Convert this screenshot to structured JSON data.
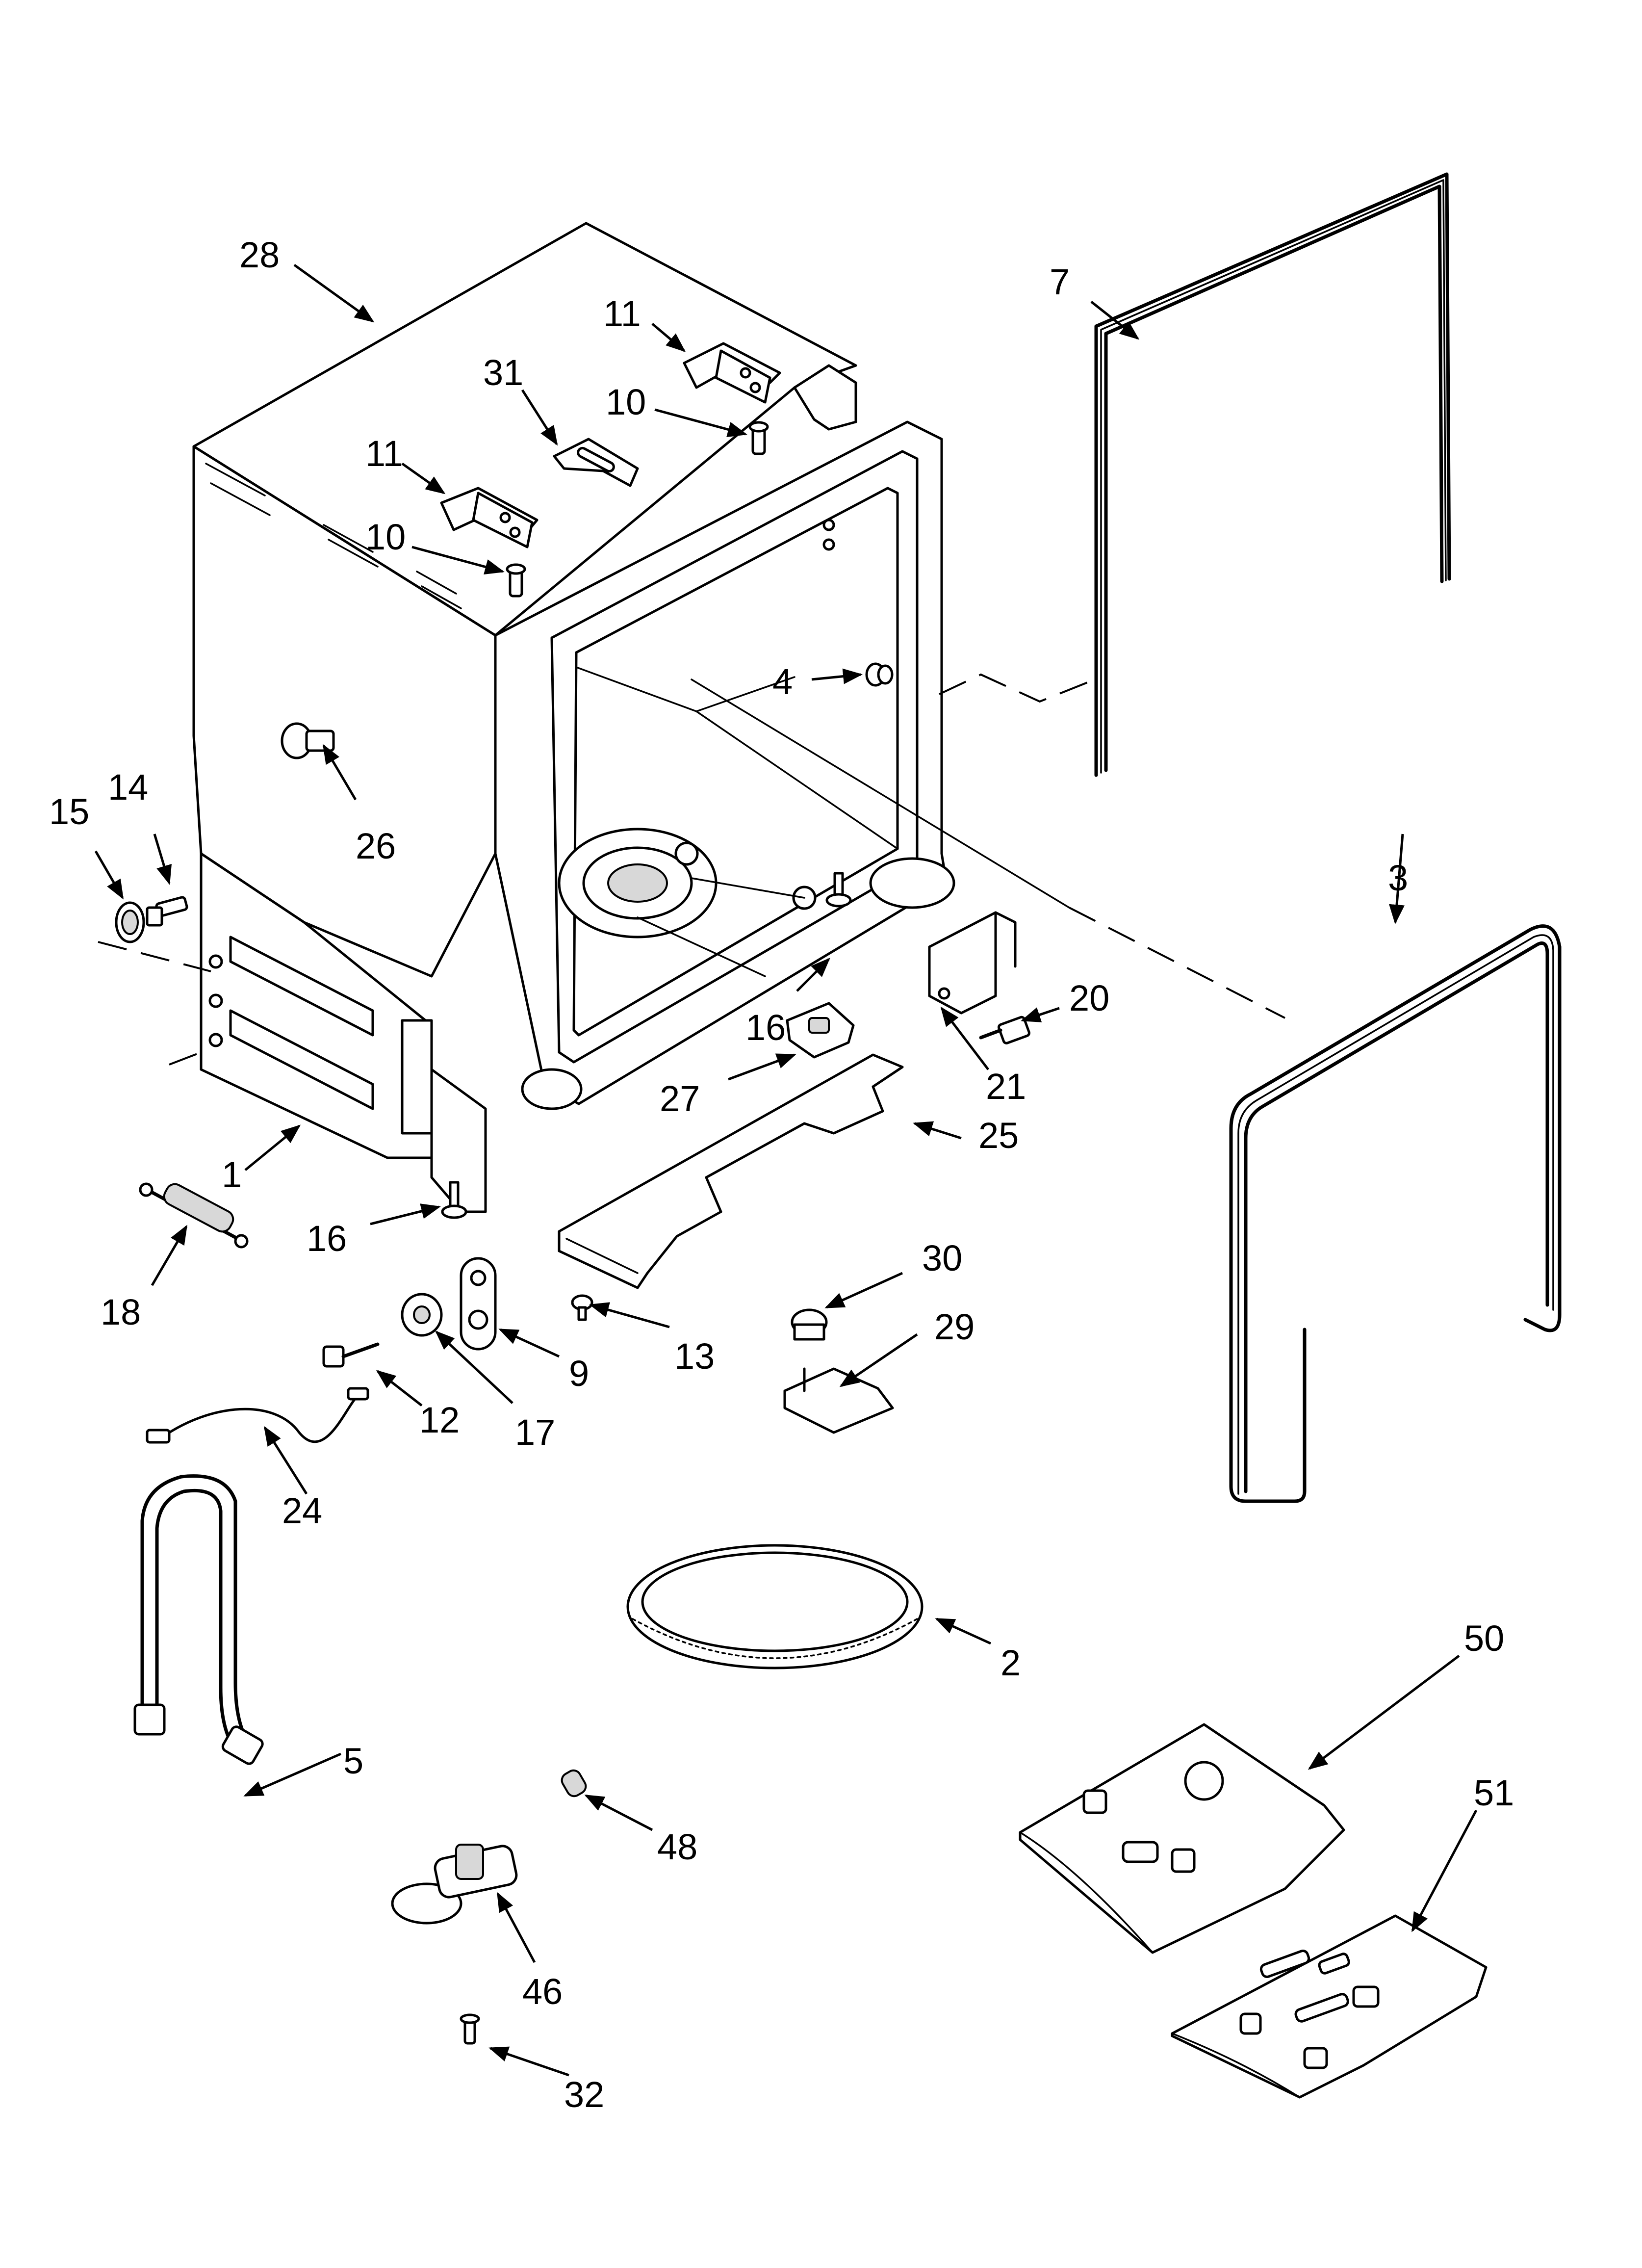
{
  "diagram": {
    "callouts": [
      "28",
      "7",
      "11",
      "31",
      "10",
      "11",
      "10",
      "4",
      "26",
      "15",
      "14",
      "3",
      "16",
      "20",
      "27",
      "21",
      "25",
      "1",
      "16",
      "18",
      "30",
      "13",
      "29",
      "9",
      "12",
      "17",
      "24",
      "2",
      "50",
      "5",
      "48",
      "51",
      "46",
      "32"
    ]
  },
  "colors": {
    "line": "#000000",
    "background": "#ffffff",
    "shade": "#d8d8d8"
  }
}
